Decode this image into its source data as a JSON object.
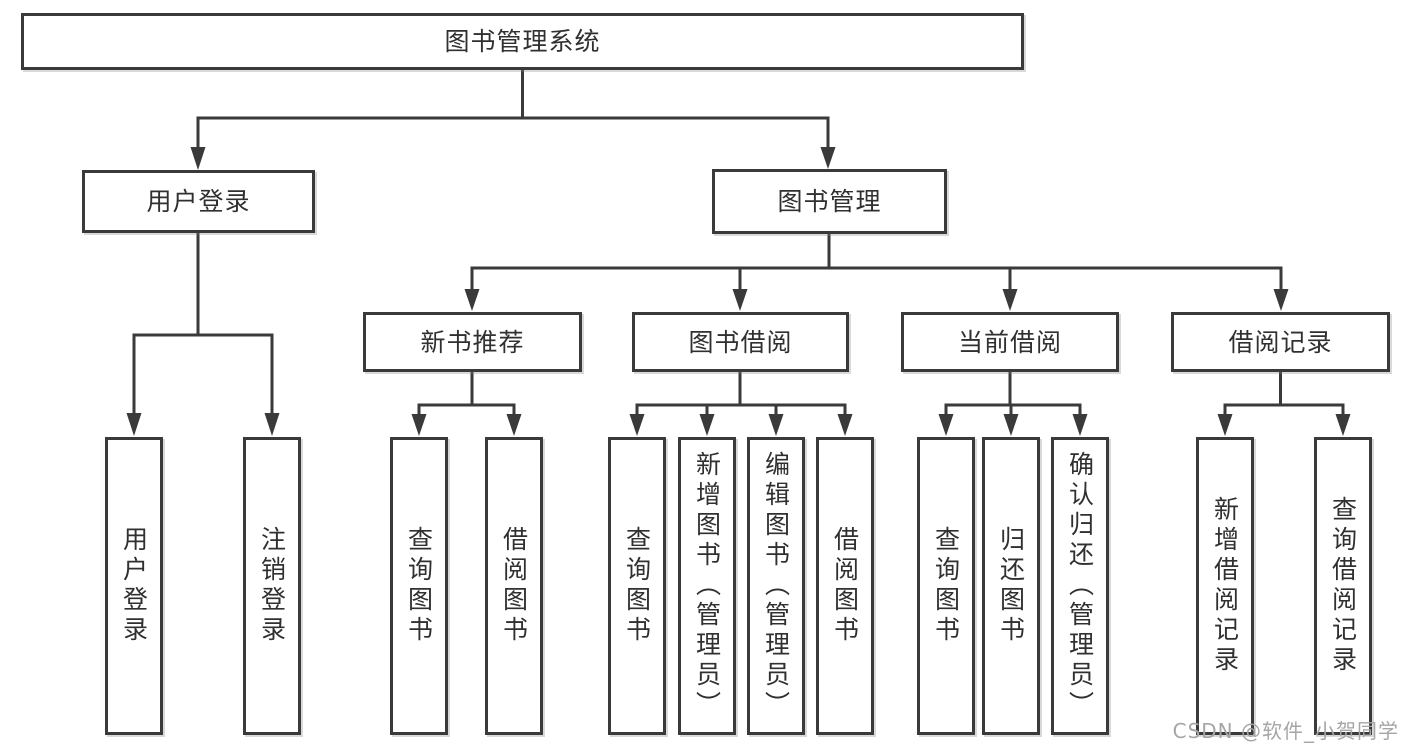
{
  "diagram": {
    "root": {
      "label": "图书管理系统"
    },
    "level2": [
      {
        "id": "user-login",
        "label": "用户登录"
      },
      {
        "id": "book-management",
        "label": "图书管理"
      }
    ],
    "level3": [
      {
        "id": "new-book-recommend",
        "label": "新书推荐",
        "parent": "图书管理"
      },
      {
        "id": "book-borrow",
        "label": "图书借阅",
        "parent": "图书管理"
      },
      {
        "id": "current-borrow",
        "label": "当前借阅",
        "parent": "图书管理"
      },
      {
        "id": "borrow-record",
        "label": "借阅记录",
        "parent": "图书管理"
      }
    ],
    "leaves": [
      {
        "id": "leaf-user-login",
        "label": "用户登录",
        "parent": "用户登录"
      },
      {
        "id": "leaf-logout",
        "label": "注销登录",
        "parent": "用户登录"
      },
      {
        "id": "leaf-query-book-1",
        "label": "查询图书",
        "parent": "新书推荐"
      },
      {
        "id": "leaf-borrow-book-1",
        "label": "借阅图书",
        "parent": "新书推荐"
      },
      {
        "id": "leaf-query-book-2",
        "label": "查询图书",
        "parent": "图书借阅"
      },
      {
        "id": "leaf-add-book-admin",
        "label": "新增图书（管理员）",
        "parent": "图书借阅"
      },
      {
        "id": "leaf-edit-book-admin",
        "label": "编辑图书（管理员）",
        "parent": "图书借阅"
      },
      {
        "id": "leaf-borrow-book-2",
        "label": "借阅图书",
        "parent": "图书借阅"
      },
      {
        "id": "leaf-query-book-3",
        "label": "查询图书",
        "parent": "当前借阅"
      },
      {
        "id": "leaf-return-book",
        "label": "归还图书",
        "parent": "当前借阅"
      },
      {
        "id": "leaf-confirm-return-admin",
        "label": "确认归还（管理员）",
        "parent": "当前借阅"
      },
      {
        "id": "leaf-add-borrow-record",
        "label": "新增借阅记录",
        "parent": "借阅记录"
      },
      {
        "id": "leaf-query-borrow-record",
        "label": "查询借阅记录",
        "parent": "借阅记录"
      }
    ]
  },
  "watermark": {
    "text": "CSDN @软件_小贺同学"
  },
  "colors": {
    "line": "#3a3a3a",
    "text": "#303030",
    "box_background": "#ffffff",
    "page_background": "#ffffff",
    "watermark": "#a6a6a6"
  }
}
